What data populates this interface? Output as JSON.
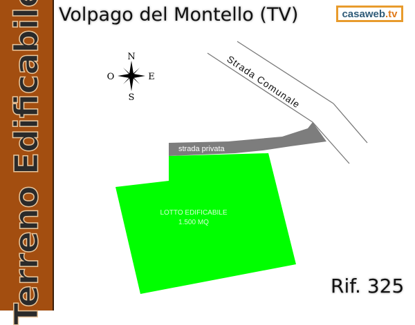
{
  "sidebar": {
    "label": "Terreno Edificabile",
    "color": "#a34e10"
  },
  "header": {
    "title": "Volpago del Montello (TV)"
  },
  "logo": {
    "name": "casaweb",
    "tld": ".tv",
    "border_color": "#e89b2c"
  },
  "compass": {
    "north": "N",
    "south": "S",
    "east": "E",
    "west": "O"
  },
  "map": {
    "main_road": "Strada Comunale",
    "private_road": "strada privata",
    "lot_label": "LOTTO EDIFICABILE",
    "lot_area": "1.500 MQ",
    "lot_color": "#00ff00"
  },
  "reference": {
    "label": "Rif. 325"
  }
}
